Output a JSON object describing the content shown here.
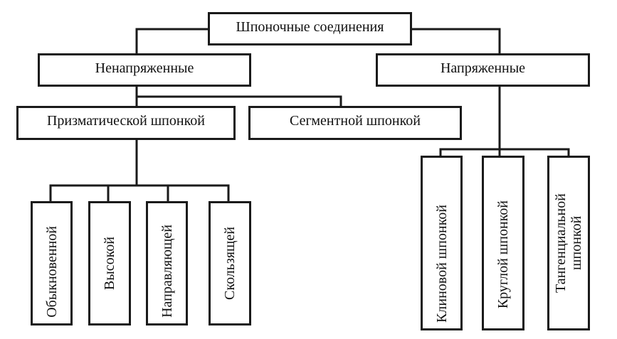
{
  "diagram": {
    "root": {
      "label": "Шпоночные соединения"
    },
    "level1": [
      {
        "label": "Ненапряженные"
      },
      {
        "label": "Напряженные"
      }
    ],
    "unstressed_children": [
      {
        "label": "Призматической шпонкой"
      },
      {
        "label": "Сегментной шпонкой"
      }
    ],
    "prismatic_children": [
      {
        "label": "Обыкновенной"
      },
      {
        "label": "Высокой"
      },
      {
        "label": "Направляющей"
      },
      {
        "label": "Скользящей"
      }
    ],
    "stressed_children": [
      {
        "label": "Клиновой шпонкой"
      },
      {
        "label": "Круглой шпонкой"
      },
      {
        "label": "Тангенциальной шпонкой"
      }
    ]
  }
}
